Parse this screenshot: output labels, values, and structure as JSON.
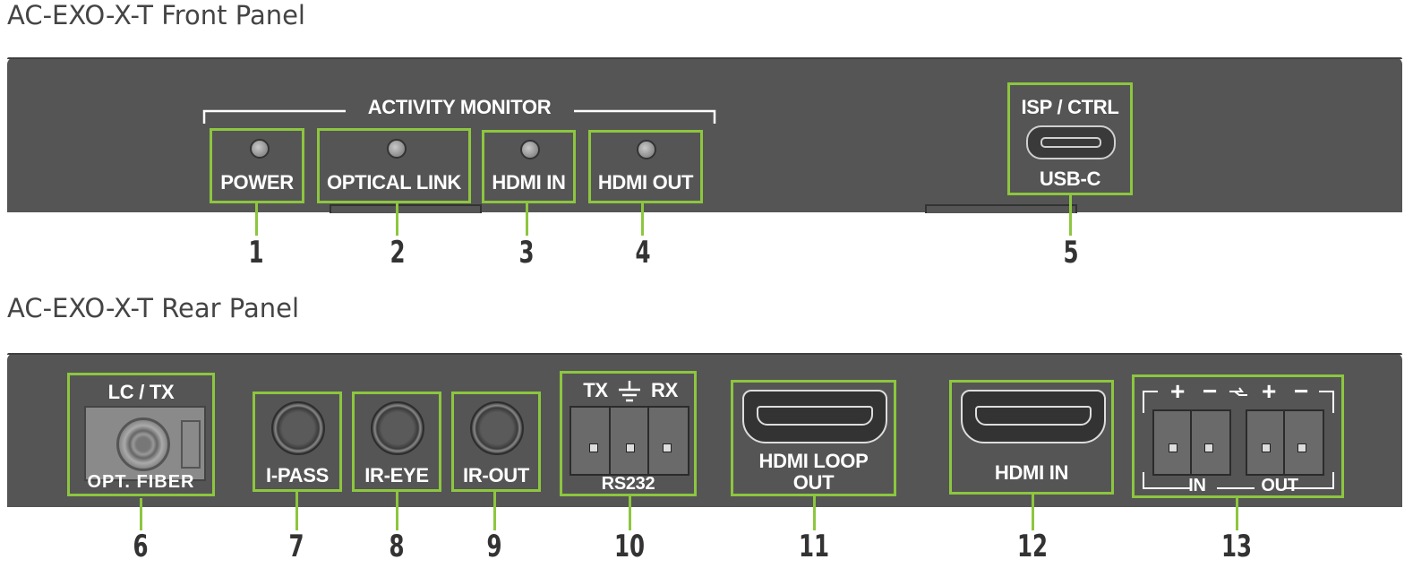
{
  "front": {
    "title": "AC-EXO-X-T Front Panel",
    "group_label": "ACTIVITY MONITOR",
    "items": [
      {
        "num": "1",
        "label": "POWER"
      },
      {
        "num": "2",
        "label": "OPTICAL LINK"
      },
      {
        "num": "3",
        "label": "HDMI IN"
      },
      {
        "num": "4",
        "label": "HDMI OUT"
      },
      {
        "num": "5",
        "label_top": "ISP / CTRL",
        "label_bottom": "USB-C"
      }
    ]
  },
  "rear": {
    "title": "AC-EXO-X-T Rear Panel",
    "items": [
      {
        "num": "6",
        "label_top": "LC / TX",
        "label_bottom": "OPT. FIBER"
      },
      {
        "num": "7",
        "label": "I-PASS"
      },
      {
        "num": "8",
        "label": "IR-EYE"
      },
      {
        "num": "9",
        "label": "IR-OUT"
      },
      {
        "num": "10",
        "label_tx": "TX",
        "label_rx": "RX",
        "label_bottom": "RS232"
      },
      {
        "num": "11",
        "label_line1": "HDMI LOOP",
        "label_line2": "OUT"
      },
      {
        "num": "12",
        "label": "HDMI IN"
      },
      {
        "num": "13",
        "plus": "+",
        "minus": "−",
        "label_in": "IN",
        "label_out": "OUT"
      }
    ]
  },
  "colors": {
    "highlight": "#8dc63f",
    "panel": "#555555"
  }
}
